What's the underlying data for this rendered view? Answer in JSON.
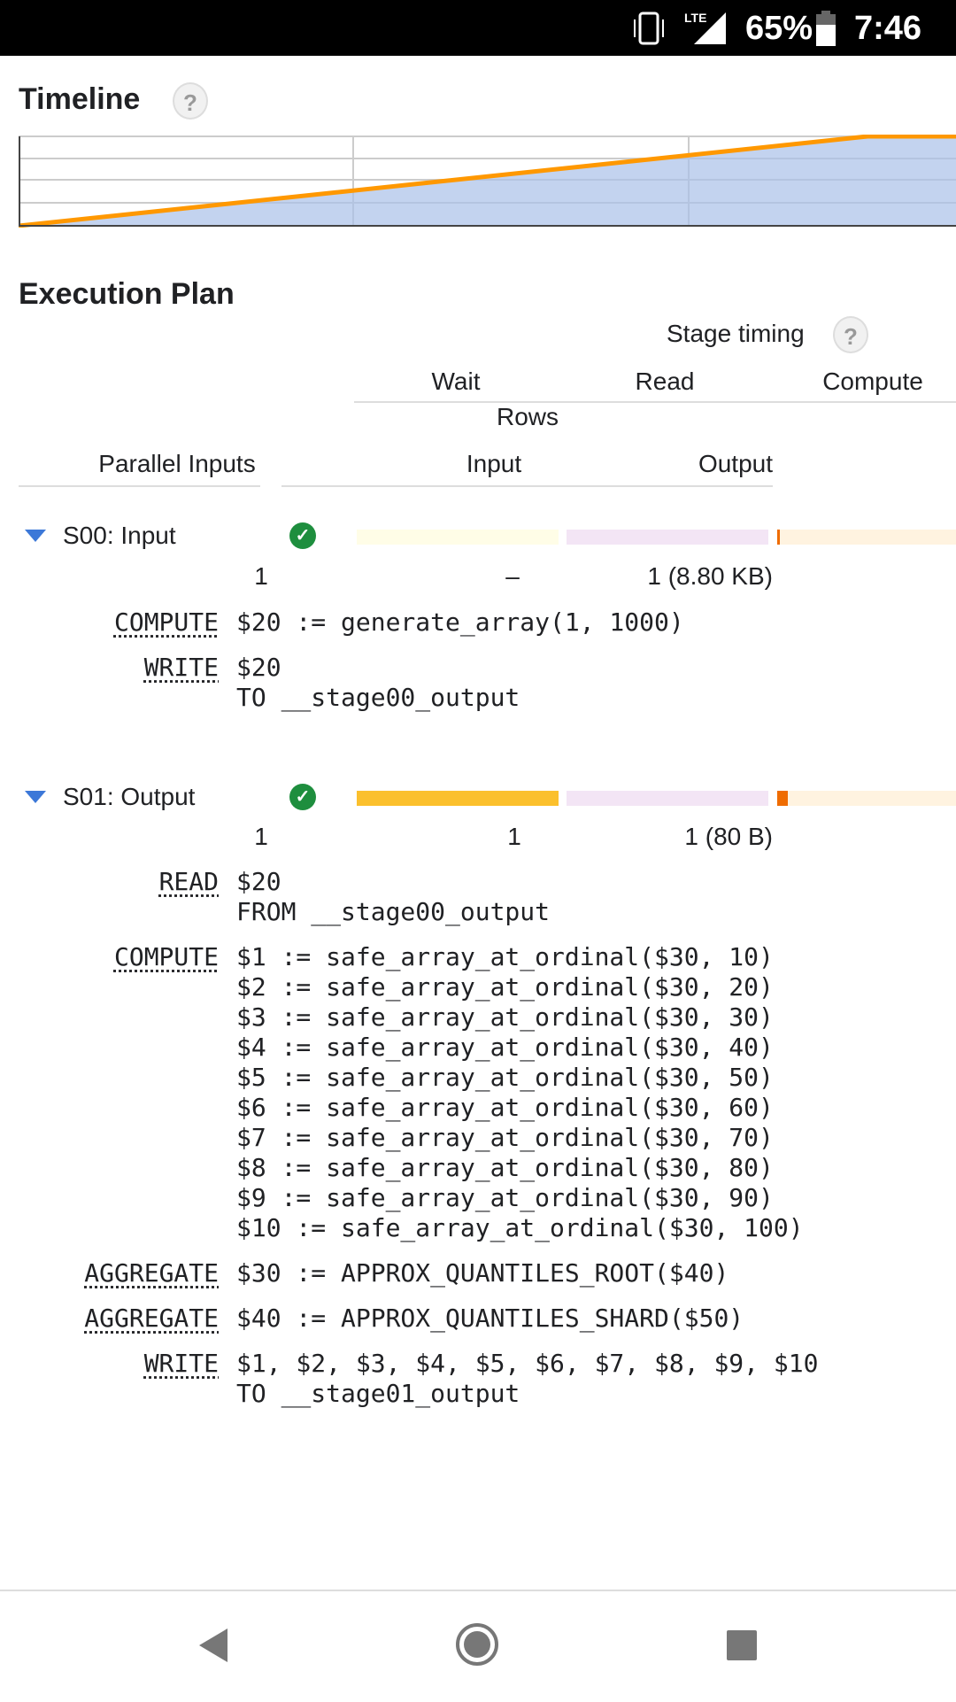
{
  "status_bar": {
    "network": "LTE",
    "battery": "65%",
    "time": "7:46"
  },
  "timeline": {
    "title": "Timeline",
    "help": "?"
  },
  "execution_plan": {
    "title": "Execution Plan",
    "stage_timing_label": "Stage timing",
    "help": "?",
    "timing_columns": [
      "Wait",
      "Read",
      "Compute"
    ],
    "rows_label": "Rows",
    "parallel_inputs_label": "Parallel Inputs",
    "input_label": "Input",
    "output_label": "Output",
    "colors": {
      "wait": "#fbc02d",
      "wait_bg": "#fffde7",
      "read": "#8e24aa",
      "read_bg": "#f3e5f5",
      "compute": "#ef6c00",
      "compute_bg": "#fff3e0",
      "status_ok": "#1e8e3e"
    },
    "stages": [
      {
        "name": "S00: Input",
        "status": "complete",
        "parallel_inputs": "1",
        "rows_input": "–",
        "rows_output": "1 (8.80 KB)",
        "timing": {
          "wait": 0,
          "read": 0,
          "compute": 0.01
        },
        "steps": [
          {
            "keyword": "COMPUTE",
            "lines": [
              "$20 := generate_array(1, 1000)"
            ]
          },
          {
            "keyword": "WRITE",
            "lines": [
              "$20",
              "TO __stage00_output"
            ]
          }
        ]
      },
      {
        "name": "S01: Output",
        "status": "complete",
        "parallel_inputs": "1",
        "rows_input": "1",
        "rows_output": "1 (80 B)",
        "timing": {
          "wait": 1,
          "read": 0,
          "compute": 0.06
        },
        "steps": [
          {
            "keyword": "READ",
            "lines": [
              "$20",
              "FROM __stage00_output"
            ]
          },
          {
            "keyword": "COMPUTE",
            "lines": [
              "$1 := safe_array_at_ordinal($30, 10)",
              "$2 := safe_array_at_ordinal($30, 20)",
              "$3 := safe_array_at_ordinal($30, 30)",
              "$4 := safe_array_at_ordinal($30, 40)",
              "$5 := safe_array_at_ordinal($30, 50)",
              "$6 := safe_array_at_ordinal($30, 60)",
              "$7 := safe_array_at_ordinal($30, 70)",
              "$8 := safe_array_at_ordinal($30, 80)",
              "$9 := safe_array_at_ordinal($30, 90)",
              "$10 := safe_array_at_ordinal($30, 100)"
            ]
          },
          {
            "keyword": "AGGREGATE",
            "lines": [
              "$30 := APPROX_QUANTILES_ROOT($40)"
            ]
          },
          {
            "keyword": "AGGREGATE",
            "lines": [
              "$40 := APPROX_QUANTILES_SHARD($50)"
            ]
          },
          {
            "keyword": "WRITE",
            "lines": [
              "$1, $2, $3, $4, $5, $6, $7, $8, $9, $10",
              "TO __stage01_output"
            ]
          }
        ]
      }
    ]
  }
}
